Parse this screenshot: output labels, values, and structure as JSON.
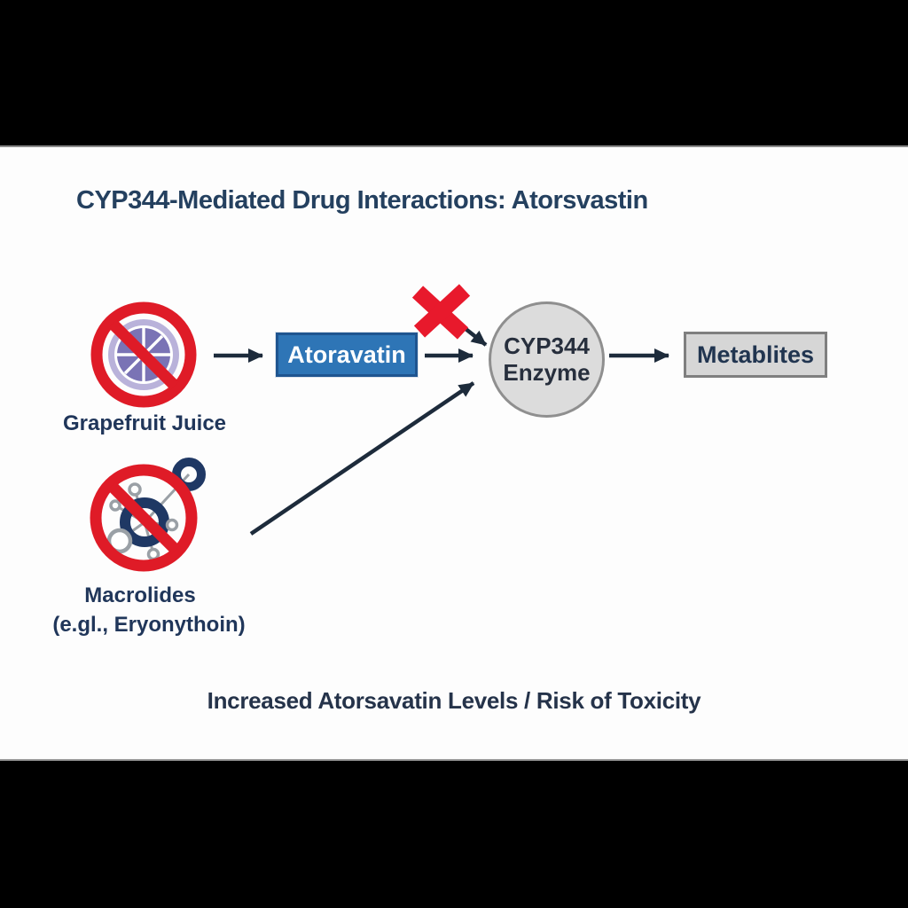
{
  "title": {
    "text": "CYP344-Mediated Drug Interactions: Atorsvastin"
  },
  "nodes": {
    "grapefruit": {
      "label": "Grapefruit Juice",
      "icon": "no-grapefruit-icon"
    },
    "macrolides": {
      "label_line1": "Macrolides",
      "label_line2": "(e.gl., Eryonythoin)",
      "icon": "no-macrolide-icon"
    },
    "drug_box": {
      "label": "Atoravatin"
    },
    "enzyme_circle": {
      "label_line1": "CYP344",
      "label_line2": "Enzyme"
    },
    "metabolites_box": {
      "label": "Metablites"
    }
  },
  "footer": {
    "text": "Increased Atorsavatin Levels / Risk of Toxicity"
  },
  "edges": [
    {
      "from": "Grapefruit Juice",
      "to": "Atoravatin",
      "type": "arrow"
    },
    {
      "from": "Atoravatin",
      "to": "CYP344 Enzyme",
      "type": "arrow"
    },
    {
      "from": "CYP344 Enzyme",
      "to": "Metablites",
      "type": "arrow"
    },
    {
      "from": "Macrolides (e.gl., Eryonythoin)",
      "to": "CYP344 Enzyme",
      "type": "arrow"
    },
    {
      "from": "inhibition-cross",
      "to": "CYP344 Enzyme",
      "type": "blocked-arrow"
    }
  ],
  "colors": {
    "letterbox": "#000000",
    "canvas": "#fdfdfd",
    "navy_text": "#20365a",
    "drug_box_fill": "#2e75b6",
    "drug_box_border": "#1f5590",
    "gray_box_fill": "#d6d6d6",
    "gray_box_border": "#7f7f7f",
    "enzyme_fill": "#dcdcdc",
    "enzyme_border": "#8f8f8f",
    "arrow": "#1d2b3b",
    "prohibition_red": "#df1b27",
    "cross_red": "#e8192c",
    "grapefruit_purple": "#7a73b5",
    "grapefruit_rind": "#b9b2da",
    "molecule_navy": "#1f3864",
    "molecule_gray": "#9aa0a6"
  }
}
